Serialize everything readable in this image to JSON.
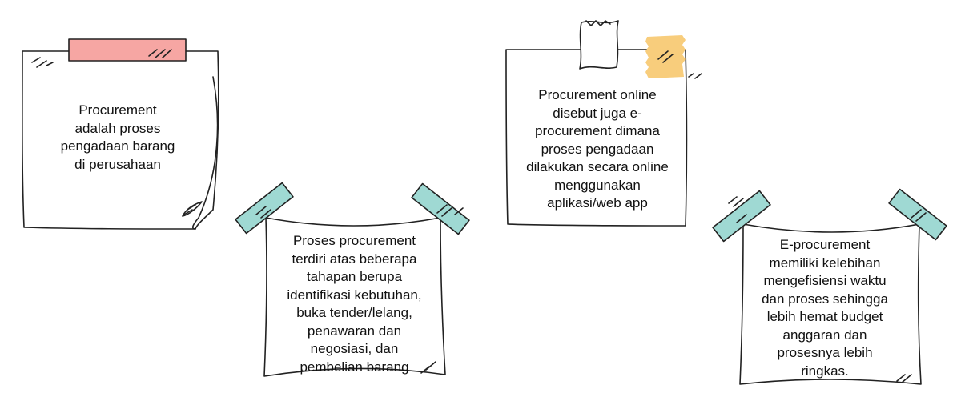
{
  "colors": {
    "tape_pink": "#f6a6a3",
    "tape_yellow": "#f8cd7c",
    "tape_teal": "#9fd9d3",
    "tape_white": "#ffffff",
    "outline": "#222222",
    "background": "#ffffff"
  },
  "notes": [
    {
      "tape": "pink",
      "lines": [
        "Procurement",
        "adalah proses",
        "pengadaan barang",
        "di perusahaan"
      ]
    },
    {
      "tape": "teal",
      "lines": [
        "Proses procurement",
        "terdiri  atas beberapa",
        "tahapan berupa",
        "identifikasi kebutuhan,",
        "buka tender/lelang,",
        "penawaran dan",
        "negosiasi, dan",
        "pembelian barang"
      ]
    },
    {
      "tape": "white-and-yellow",
      "lines": [
        "Procurement online",
        "disebut juga e-",
        "procurement dimana",
        "proses pengadaan",
        "dilakukan secara online",
        "menggunakan",
        "aplikasi/web app"
      ]
    },
    {
      "tape": "teal",
      "lines": [
        "E-procurement",
        "memiliki kelebihan",
        "mengefisiensi waktu",
        "dan proses sehingga",
        "lebih hemat budget",
        "anggaran dan",
        "prosesnya lebih",
        "ringkas."
      ]
    }
  ]
}
